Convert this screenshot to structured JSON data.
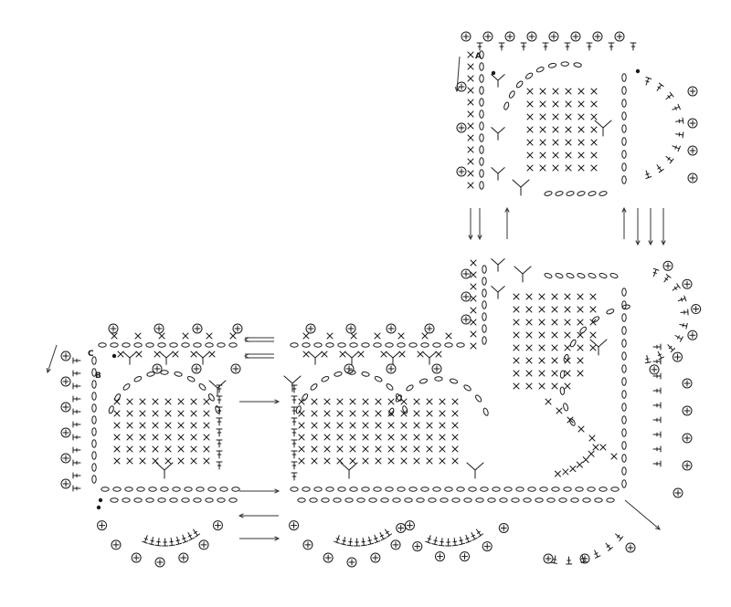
{
  "diagram": {
    "kind": "crochet-chart",
    "colors": {
      "ink": "#1a1a1a",
      "paper": "#ffffff"
    },
    "symbols": [
      "chain-oval",
      "single-crochet-x",
      "double-crochet-t",
      "picot-circle",
      "cluster-v",
      "bead-dot"
    ],
    "labels": {
      "marker_a": "A",
      "marker_c": "C",
      "marker_b": "B"
    }
  }
}
